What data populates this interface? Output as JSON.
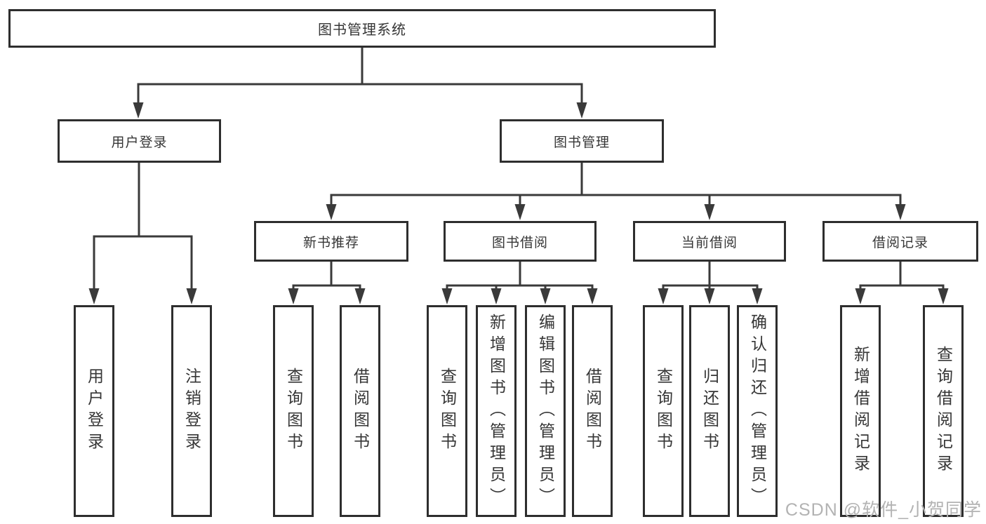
{
  "colors": {
    "background": "#ffffff",
    "line": "#3a3a3a",
    "border": "#2e2e2e",
    "text": "#363636",
    "watermark": "#b3b3b3"
  },
  "diagram": {
    "root": {
      "label": "图书管理系统"
    },
    "level2": [
      {
        "label": "用户登录"
      },
      {
        "label": "图书管理"
      }
    ],
    "level3": [
      {
        "label": "新书推荐"
      },
      {
        "label": "图书借阅"
      },
      {
        "label": "当前借阅"
      },
      {
        "label": "借阅记录"
      }
    ],
    "groups": [
      {
        "parent": "用户登录",
        "items": [
          {
            "label": "用户登录"
          },
          {
            "label": "注销登录"
          }
        ]
      },
      {
        "parent": "新书推荐",
        "items": [
          {
            "label": "查询图书"
          },
          {
            "label": "借阅图书"
          }
        ]
      },
      {
        "parent": "图书借阅",
        "items": [
          {
            "label": "查询图书"
          },
          {
            "label": "新增图书（管理员）"
          },
          {
            "label": "编辑图书（管理员）"
          },
          {
            "label": "借阅图书"
          }
        ]
      },
      {
        "parent": "当前借阅",
        "items": [
          {
            "label": "查询图书"
          },
          {
            "label": "归还图书"
          },
          {
            "label": "确认归还（管理员）"
          }
        ]
      },
      {
        "parent": "借阅记录",
        "items": [
          {
            "label": "新增借阅记录"
          },
          {
            "label": "查询借阅记录"
          }
        ]
      }
    ]
  },
  "watermark": {
    "label": "CSDN @软件_小贺同学"
  }
}
